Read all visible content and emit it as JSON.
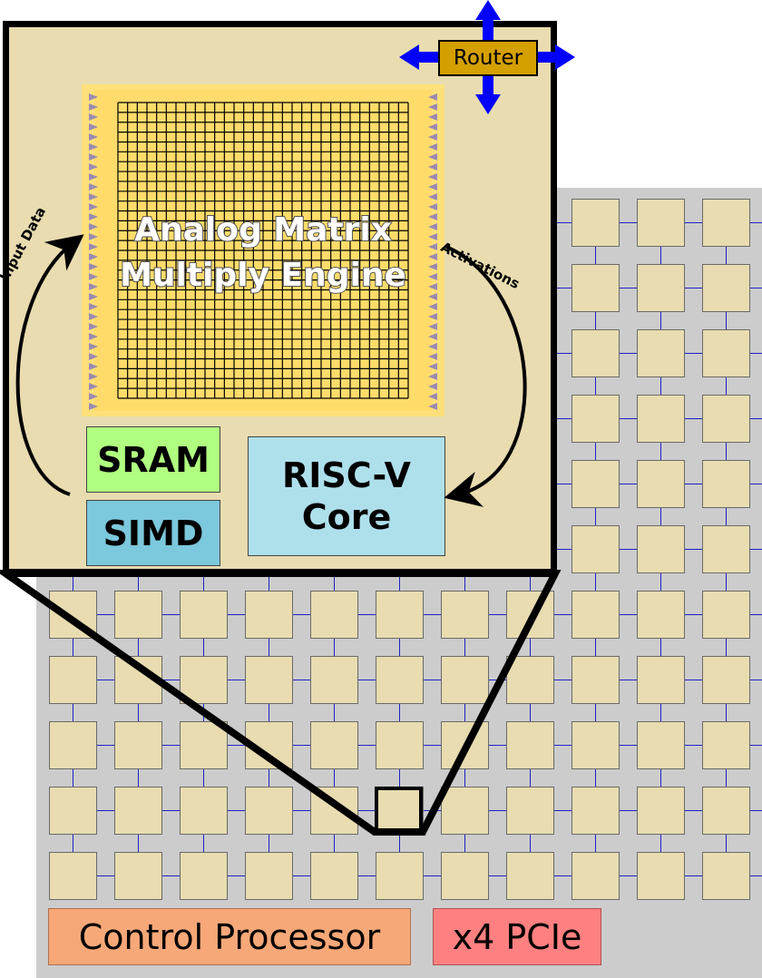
{
  "labels": {
    "control_processor": "Control Processor",
    "pcie": "x4 PCIe",
    "router": "Router",
    "engine_line1": "Analog Matrix",
    "engine_line2": "Multiply Engine",
    "sram": "SRAM",
    "simd": "SIMD",
    "riscv_line1": "RISC-V",
    "riscv_line2": "Core",
    "input_data": "Input Data",
    "activations": "Activations"
  },
  "colors": {
    "tile": "#e8dcb0",
    "chip_background": "#cccccc",
    "link": "#2020c0",
    "router": "#d4a000",
    "arrow": "#0000ff",
    "engine": "#ffe07a",
    "sram": "#b0ff80",
    "simd": "#7cc8dc",
    "riscv": "#aee0ec",
    "control_processor": "#f7a878",
    "pcie": "#ff8080"
  }
}
